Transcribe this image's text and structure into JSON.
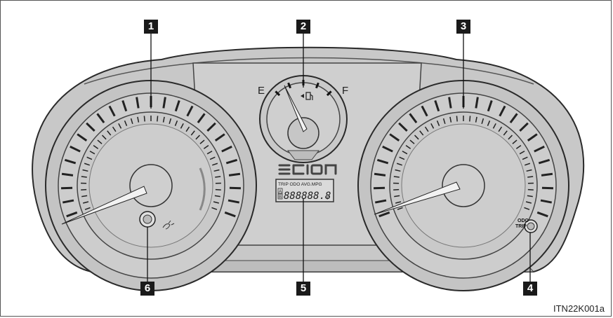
{
  "callouts": [
    "1",
    "2",
    "3",
    "4",
    "5",
    "6"
  ],
  "fuel_gauge": {
    "empty_label": "E",
    "full_label": "F"
  },
  "brand_logo": "SCION",
  "display": {
    "modes": "TRIP ODO AVG.MPG",
    "trip_a": "A",
    "trip_b": "B",
    "digits": "888888.8",
    "unit": "°F"
  },
  "odo_trip_button": {
    "line1": "ODO",
    "line2": "TRIP"
  },
  "figure_code": "ITN22K001a",
  "colors": {
    "gauge_gray": "#c8c8c8",
    "outline": "#2a2a2a",
    "callout_bg": "#1a1a1a"
  }
}
